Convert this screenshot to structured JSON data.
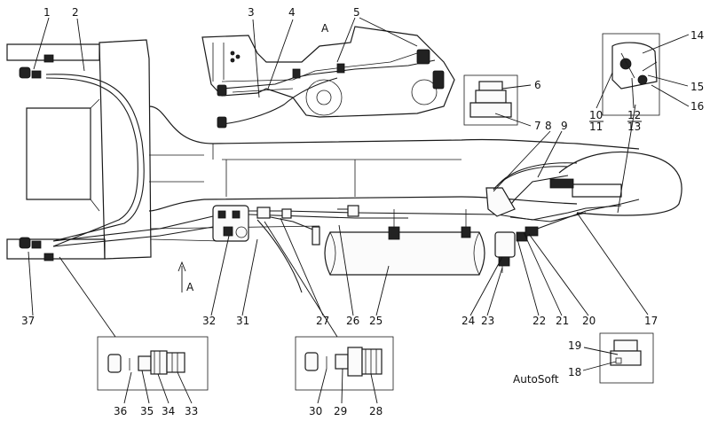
{
  "view_label": "A",
  "view_arrow_label": "A",
  "callouts": [
    "1",
    "2",
    "3",
    "4",
    "5",
    "6",
    "7",
    "8",
    "9",
    "10",
    "11",
    "12",
    "13",
    "14",
    "15",
    "16",
    "17",
    "18",
    "19",
    "20",
    "21",
    "22",
    "23",
    "24",
    "25",
    "26",
    "27",
    "28",
    "29",
    "30",
    "31",
    "32",
    "33",
    "34",
    "35",
    "36",
    "37"
  ],
  "watermark": "AutoSoft"
}
